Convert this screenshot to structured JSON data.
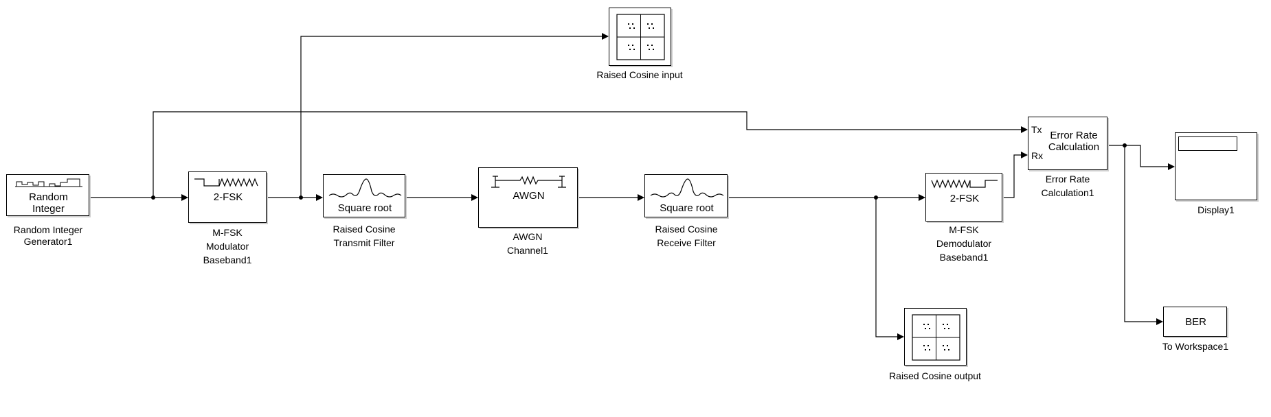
{
  "blocks": {
    "random_integer": {
      "text": [
        "Random",
        "Integer"
      ],
      "label": [
        "Random Integer",
        "Generator1"
      ]
    },
    "fsk_mod": {
      "text": "2-FSK",
      "label": [
        "M-FSK",
        "Modulator",
        "Baseband1"
      ]
    },
    "tx_filter": {
      "text": "Square root",
      "label": [
        "Raised Cosine",
        "Transmit Filter"
      ]
    },
    "awgn": {
      "text": "AWGN",
      "label": [
        "AWGN",
        "Channel1"
      ]
    },
    "rx_filter": {
      "text": "Square root",
      "label": [
        "Raised Cosine",
        "Receive Filter"
      ]
    },
    "fsk_demod": {
      "text": "2-FSK",
      "label": [
        "M-FSK",
        "Demodulator",
        "Baseband1"
      ]
    },
    "error_rate": {
      "text": [
        "Error Rate",
        "Calculation"
      ],
      "ports": [
        "Tx",
        "Rx"
      ],
      "label": [
        "Error Rate",
        "Calculation1"
      ]
    },
    "display": {
      "label": "Display1"
    },
    "to_workspace": {
      "text": "BER",
      "label": "To Workspace1"
    },
    "scope_input": {
      "label": "Raised Cosine input"
    },
    "scope_output": {
      "label": "Raised Cosine output"
    }
  }
}
